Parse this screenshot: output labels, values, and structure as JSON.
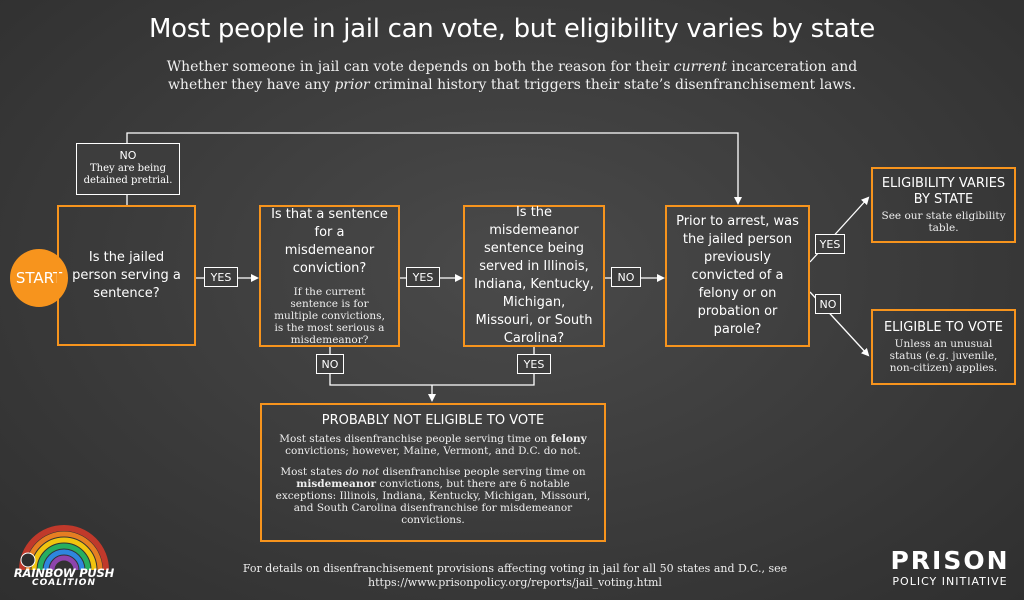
{
  "title": "Most people in jail can vote, but eligibility varies by state",
  "subtitle": {
    "line1_a": "Whether someone in jail can vote depends on both the reason for their ",
    "line1_em": "current",
    "line1_b": " incarceration and",
    "line2_a": "whether they have any ",
    "line2_em": "prior",
    "line2_b": " criminal history that triggers their state’s disenfranchisement laws."
  },
  "start_label": "START",
  "no_pretrial": {
    "label": "NO",
    "text": "They are being detained pretrial."
  },
  "questions": {
    "q1": "Is the jailed person serving a sentence?",
    "q2": "Is that a sentence for a misdemeanor conviction?",
    "q2_note": "If the current sentence is for multiple convictions, is the most serious a misdemeanor?",
    "q3": "Is the misdemeanor sentence being served in Illinois, Indiana, Kentucky, Michigan, Missouri, or South Carolina?",
    "q4": "Prior to arrest, was the jailed person previously convicted of a felony or on probation or parole?"
  },
  "edge_labels": {
    "q1_yes": "YES",
    "q2_yes": "YES",
    "q3_no": "NO",
    "q2_no": "NO",
    "q3_yes": "YES",
    "q4_yes": "YES",
    "q4_no": "NO"
  },
  "outcomes": {
    "varies_title": "ELIGIBILITY VARIES BY STATE",
    "varies_text": "See our state eligibility table.",
    "eligible_title": "ELIGIBLE TO VOTE",
    "eligible_text": "Unless an unusual status (e.g. juvenile, non-citizen) applies.",
    "not_eligible_title": "PROBABLY NOT ELIGIBLE TO VOTE",
    "p1_a": "Most states disenfranchise people serving time on ",
    "p1_b": "felony",
    "p1_c": " convictions; however, Maine, Vermont, and D.C. do not.",
    "p2_a": "Most states ",
    "p2_b": "do not",
    "p2_c": " disenfranchise people serving time on ",
    "p2_d": "misdemeanor",
    "p2_e": " convictions, but there are 6 notable exceptions: Illinois, Indiana, Kentucky, Michigan, Missouri, and South Carolina disenfranchise for misdemeanor convictions."
  },
  "footer": {
    "line1": "For details on disenfranchisement provisions affecting voting in jail for all 50 states and D.C., see",
    "line2": "https://www.prisonpolicy.org/reports/jail_voting.html"
  },
  "logos": {
    "left_top": "RAINBOW PUSH",
    "left_bottom": "COALITION",
    "right_top": "PRISON",
    "right_bottom": "POLICY INITIATIVE"
  },
  "colors": {
    "accent": "#f7941d",
    "background": "#3d3d3d",
    "text": "#ffffff"
  }
}
